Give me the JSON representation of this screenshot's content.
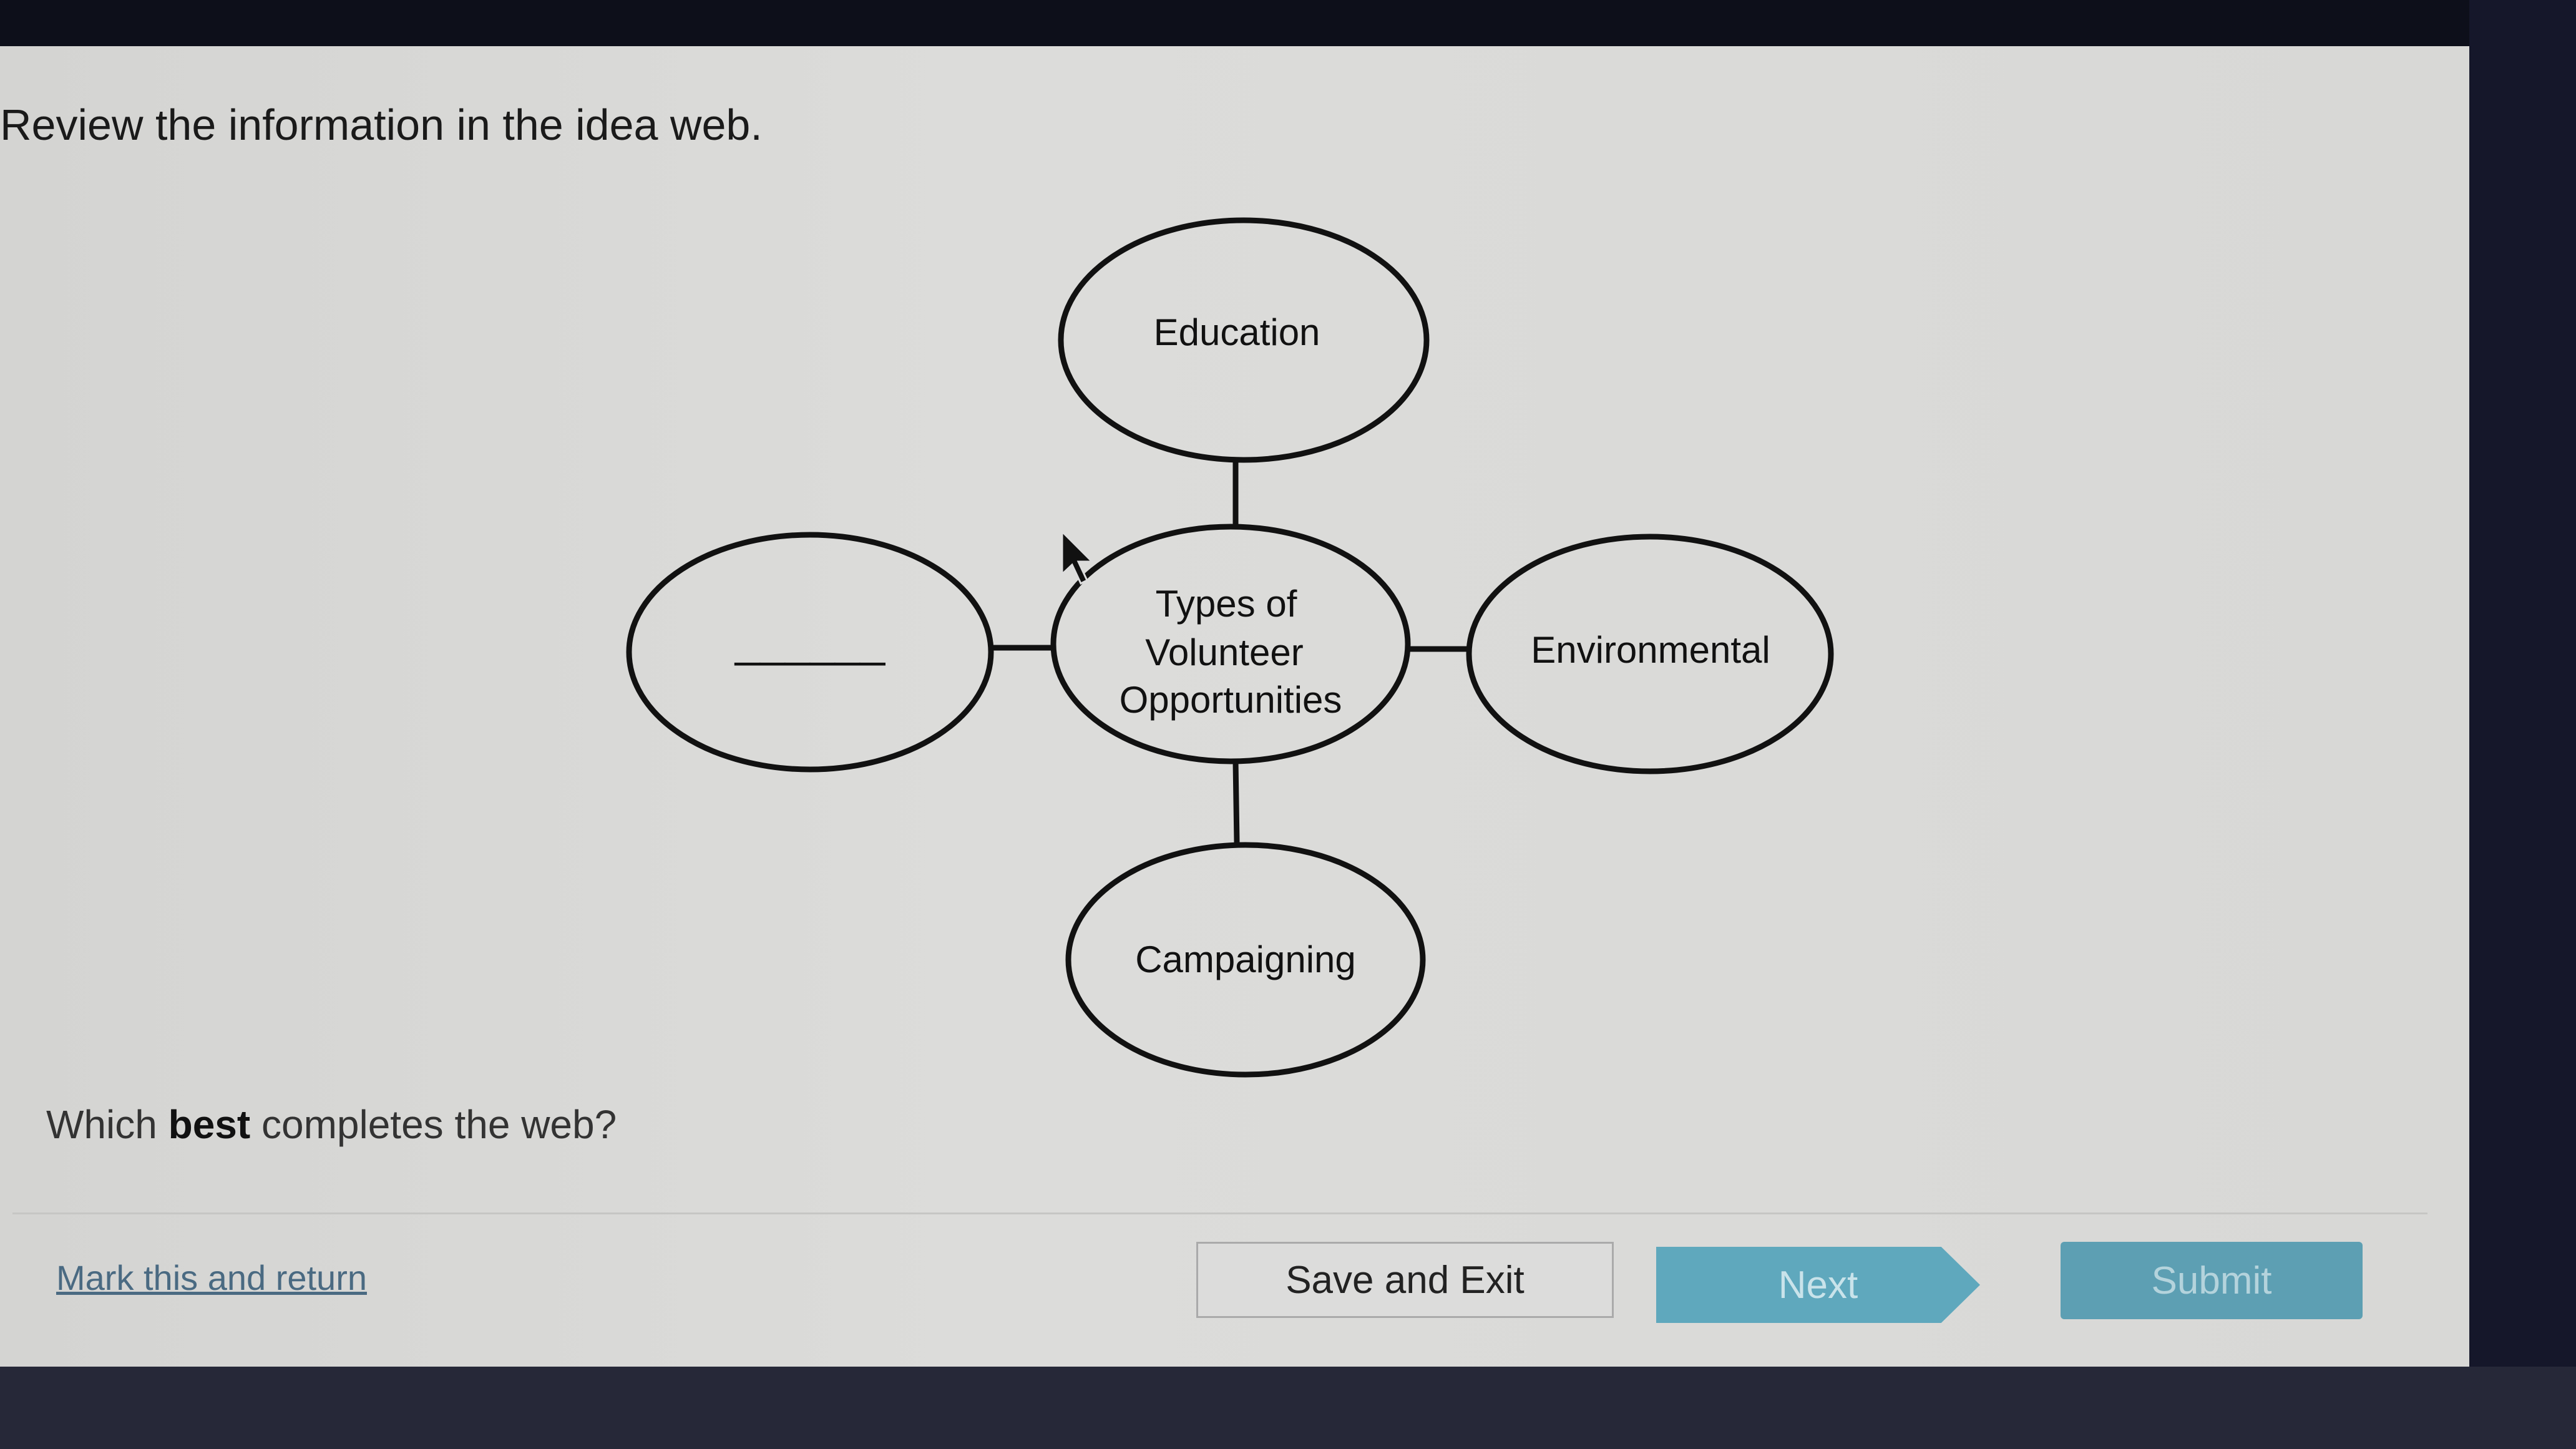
{
  "prompt": "Review the information in the idea web.",
  "idea_web": {
    "center": [
      "Types of",
      "Volunteer",
      "Opportunities"
    ],
    "top": "Education",
    "right": "Environmental",
    "bottom": "Campaigning",
    "left": "______"
  },
  "question": {
    "pre": "Which ",
    "bold": "best",
    "post": " completes the web?"
  },
  "footer": {
    "mark_link": "Mark this and return",
    "save_exit": "Save and Exit",
    "next": "Next",
    "submit": "Submit"
  }
}
